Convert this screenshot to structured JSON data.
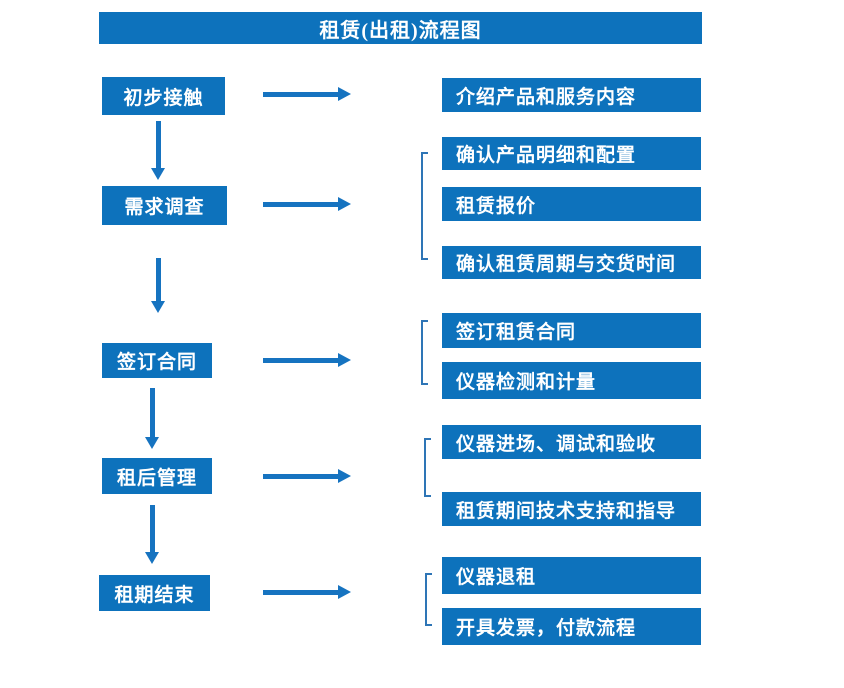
{
  "title": "租赁(出租)流程图",
  "colors": {
    "box_blue": "#0d72bc",
    "arrow_blue": "#1673c0",
    "bracket_blue": "#2e75b6",
    "text_white": "#ffffff",
    "background": "#ffffff"
  },
  "stages": [
    {
      "label": "初步接触",
      "details": [
        "介绍产品和服务内容"
      ]
    },
    {
      "label": "需求调查",
      "details": [
        "确认产品明细和配置",
        "租赁报价",
        "确认租赁周期与交货时间"
      ]
    },
    {
      "label": "签订合同",
      "details": [
        "签订租赁合同",
        "仪器检测和计量"
      ]
    },
    {
      "label": "租后管理",
      "details": [
        "仪器进场、调试和验收",
        "租赁期间技术支持和指导"
      ]
    },
    {
      "label": "租期结束",
      "details": [
        "仪器退租",
        "开具发票，付款流程"
      ]
    }
  ]
}
